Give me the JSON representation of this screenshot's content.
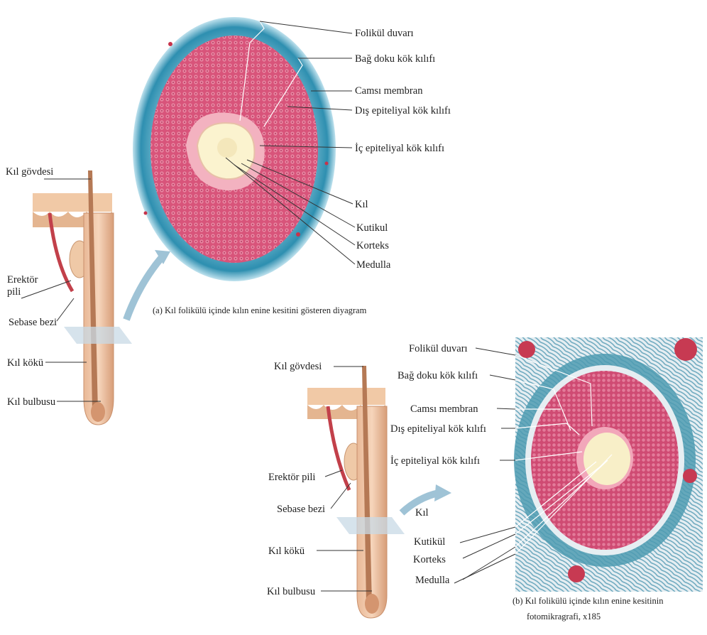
{
  "diagram_a": {
    "caption": "(a) Kıl folikülü içinde kılın enine kesitini gösteren diyagram",
    "cross_section_labels": [
      "Folikül duvarı",
      "Bağ doku kök kılıfı",
      "Camsı membran",
      "Dış epiteliyal kök kılıfı",
      "İç epiteliyal kök kılıfı",
      "Kıl",
      "Kutikul",
      "Korteks",
      "Medulla"
    ],
    "follicle_labels": [
      "Kıl gövdesi",
      "Erektör\npili",
      "Sebase bezi",
      "Kıl kökü",
      "Kıl bulbusu"
    ]
  },
  "diagram_b": {
    "caption_line1": "(b) Kıl folikülü içinde kılın enine kesitinin",
    "caption_line2": "fotomikragrafi, x185",
    "cross_section_labels": [
      "Folikül duvarı",
      "Bağ doku kök kılıfı",
      "Camsı membran",
      "Dış epiteliyal kök kılıfı",
      "İç epiteliyal kök kılıfı",
      "Kıl",
      "Kutikül",
      "Korteks",
      "Medulla"
    ],
    "follicle_labels": [
      "Kıl gövdesi",
      "Erektör pili",
      "Sebase bezi",
      "Kıl kökü",
      "Kıl bulbusu"
    ]
  },
  "colors": {
    "cortex_pink": "#d8547a",
    "connective_blue": "#2f8fb0",
    "skin_tan": "#e7c39e",
    "hair_shaft": "#c98e6a",
    "medulla_cream": "#fbf3cf",
    "muscle_red": "#c2404a",
    "arrow_blue": "#8fb7cc"
  }
}
